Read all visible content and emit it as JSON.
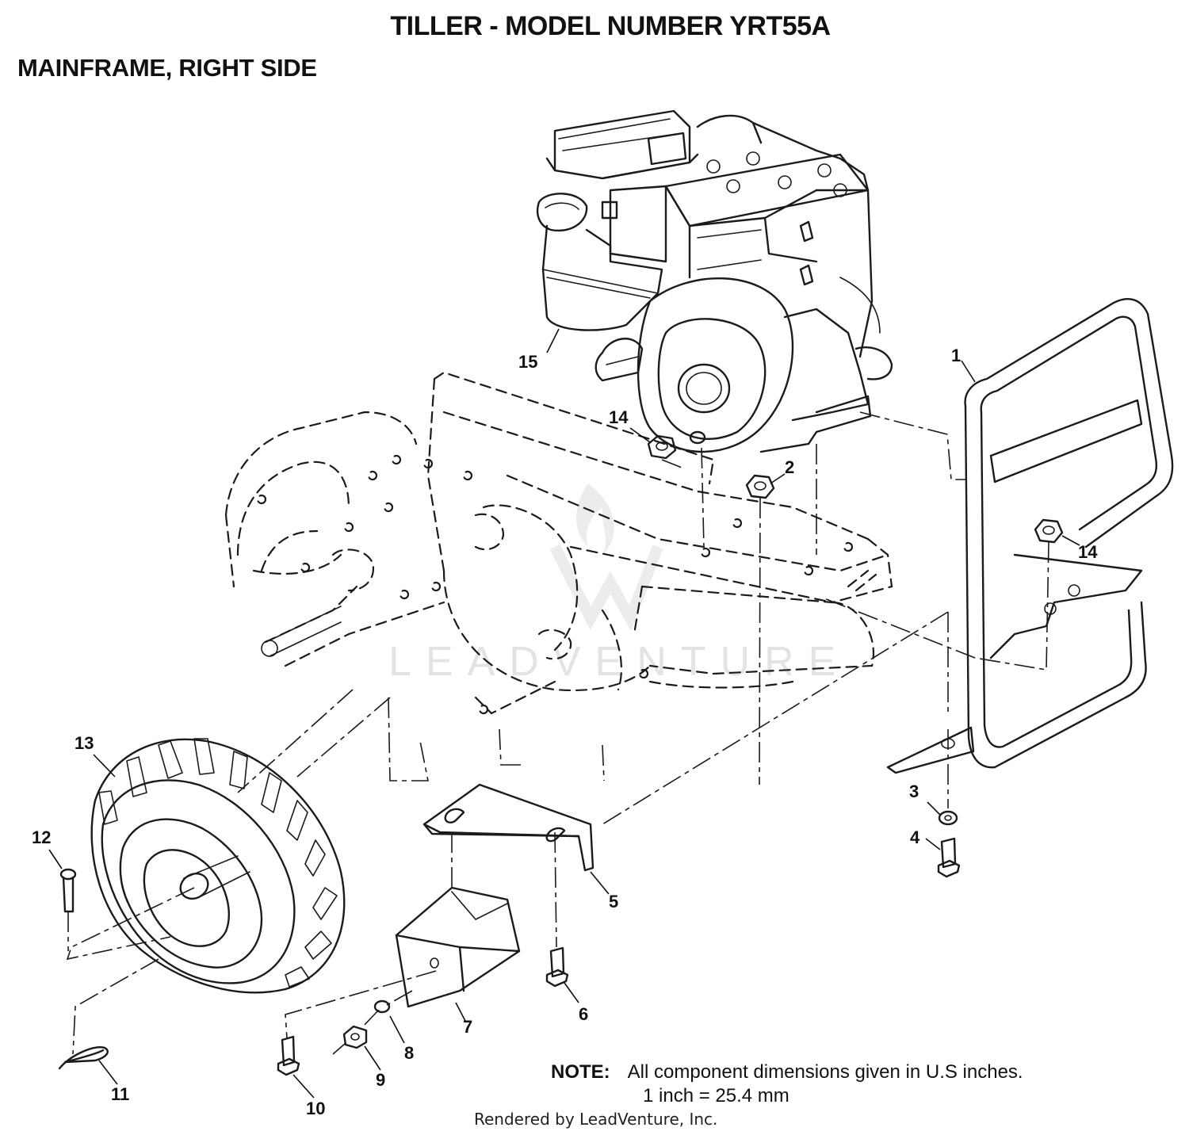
{
  "header": {
    "title": "TILLER - MODEL NUMBER YRT55A",
    "subtitle": "MAINFRAME, RIGHT SIDE"
  },
  "watermark": "LEADVENTURE",
  "callouts": {
    "c1": "1",
    "c2": "2",
    "c3": "3",
    "c4": "4",
    "c5": "5",
    "c6": "6",
    "c7": "7",
    "c8": "8",
    "c9": "9",
    "c10": "10",
    "c11": "11",
    "c12": "12",
    "c13": "13",
    "c14a": "14",
    "c14b": "14",
    "c15": "15"
  },
  "note": {
    "label": "NOTE:",
    "line1": "All component dimensions given in U.S inches.",
    "line2": "1 inch = 25.4 mm"
  },
  "footer": "Rendered by LeadVenture, Inc."
}
